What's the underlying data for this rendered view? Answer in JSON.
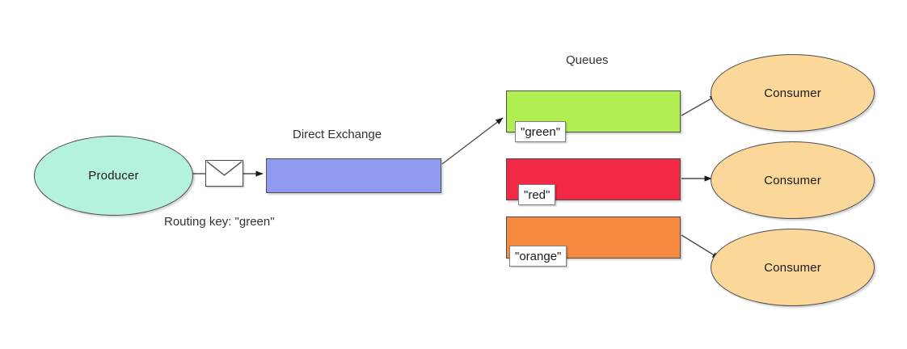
{
  "diagram": {
    "title_queues": "Queues",
    "title_exchange": "Direct Exchange",
    "routing_key_caption": "Routing key: \"green\"",
    "producer": {
      "label": "Producer",
      "color": "#b5f2dc"
    },
    "envelope": {
      "icon": "envelope-icon"
    },
    "exchange": {
      "label": "Direct Exchange",
      "type": "direct",
      "color": "#8e9bf0"
    },
    "queues": [
      {
        "binding_key": "\"green\"",
        "color": "#b0ee51"
      },
      {
        "binding_key": "\"red\"",
        "color": "#f32844"
      },
      {
        "binding_key": "\"orange\"",
        "color": "#f68b3f"
      }
    ],
    "consumers": [
      {
        "label": "Consumer",
        "color": "#fbd79a"
      },
      {
        "label": "Consumer",
        "color": "#fbd79a"
      },
      {
        "label": "Consumer",
        "color": "#fbd79a"
      }
    ]
  }
}
